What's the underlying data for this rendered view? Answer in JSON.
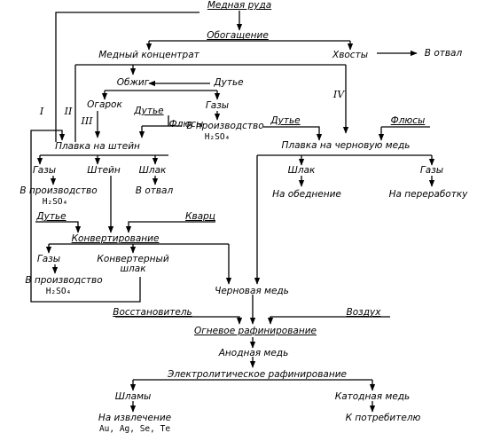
{
  "colors": {
    "ink": "#000000",
    "background": "#ffffff"
  },
  "nodes": {
    "ore": "Медная руда",
    "beneficiation": "Обогащение",
    "concentrate": "Медный концентрат",
    "tailings": "Хвосты",
    "to_dump_1": "В отвал",
    "roasting": "Обжиг",
    "blast_1": "Дутье",
    "cinder": "Огарок",
    "gases_1": "Газы",
    "to_h2so4_1": "В производство",
    "h2so4_1": "H₂SO₄",
    "blast_2": "Дутье",
    "fluxes_1": "Флюсы",
    "matte_smelting": "Плавка на штейн",
    "gases_2": "Газы",
    "matte": "Штейн",
    "slag_1": "Шлак",
    "to_h2so4_2": "В производство",
    "h2so4_2": "H₂SO₄",
    "to_dump_2": "В отвал",
    "blast_3": "Дутье",
    "quartz": "Кварц",
    "converting": "Конвертирование",
    "gases_3": "Газы",
    "converter_slag": "Конвертерный\nшлак",
    "to_h2so4_3": "В производство",
    "h2so4_3": "H₂SO₄",
    "blast_4": "Дутье",
    "fluxes_2": "Флюсы",
    "blister_smelting": "Плавка на черновую медь",
    "slag_2": "Шлак",
    "gases_4": "Газы",
    "to_depletion": "На обеднение",
    "to_processing": "На переработку",
    "blister_copper": "Черновая медь",
    "reducer": "Восстановитель",
    "air": "Воздух",
    "fire_refining": "Огневое рафинирование",
    "anode_copper": "Анодная медь",
    "electro_refining": "Электролитическое рафинирование",
    "slimes": "Шламы",
    "cathode_copper": "Катодная медь",
    "to_extraction": "На извлечение",
    "metals": "Au, Ag, Se, Te",
    "to_consumer": "К потребителю"
  },
  "route_labels": {
    "r1": "I",
    "r2": "II",
    "r3": "III",
    "r4": "IV"
  }
}
